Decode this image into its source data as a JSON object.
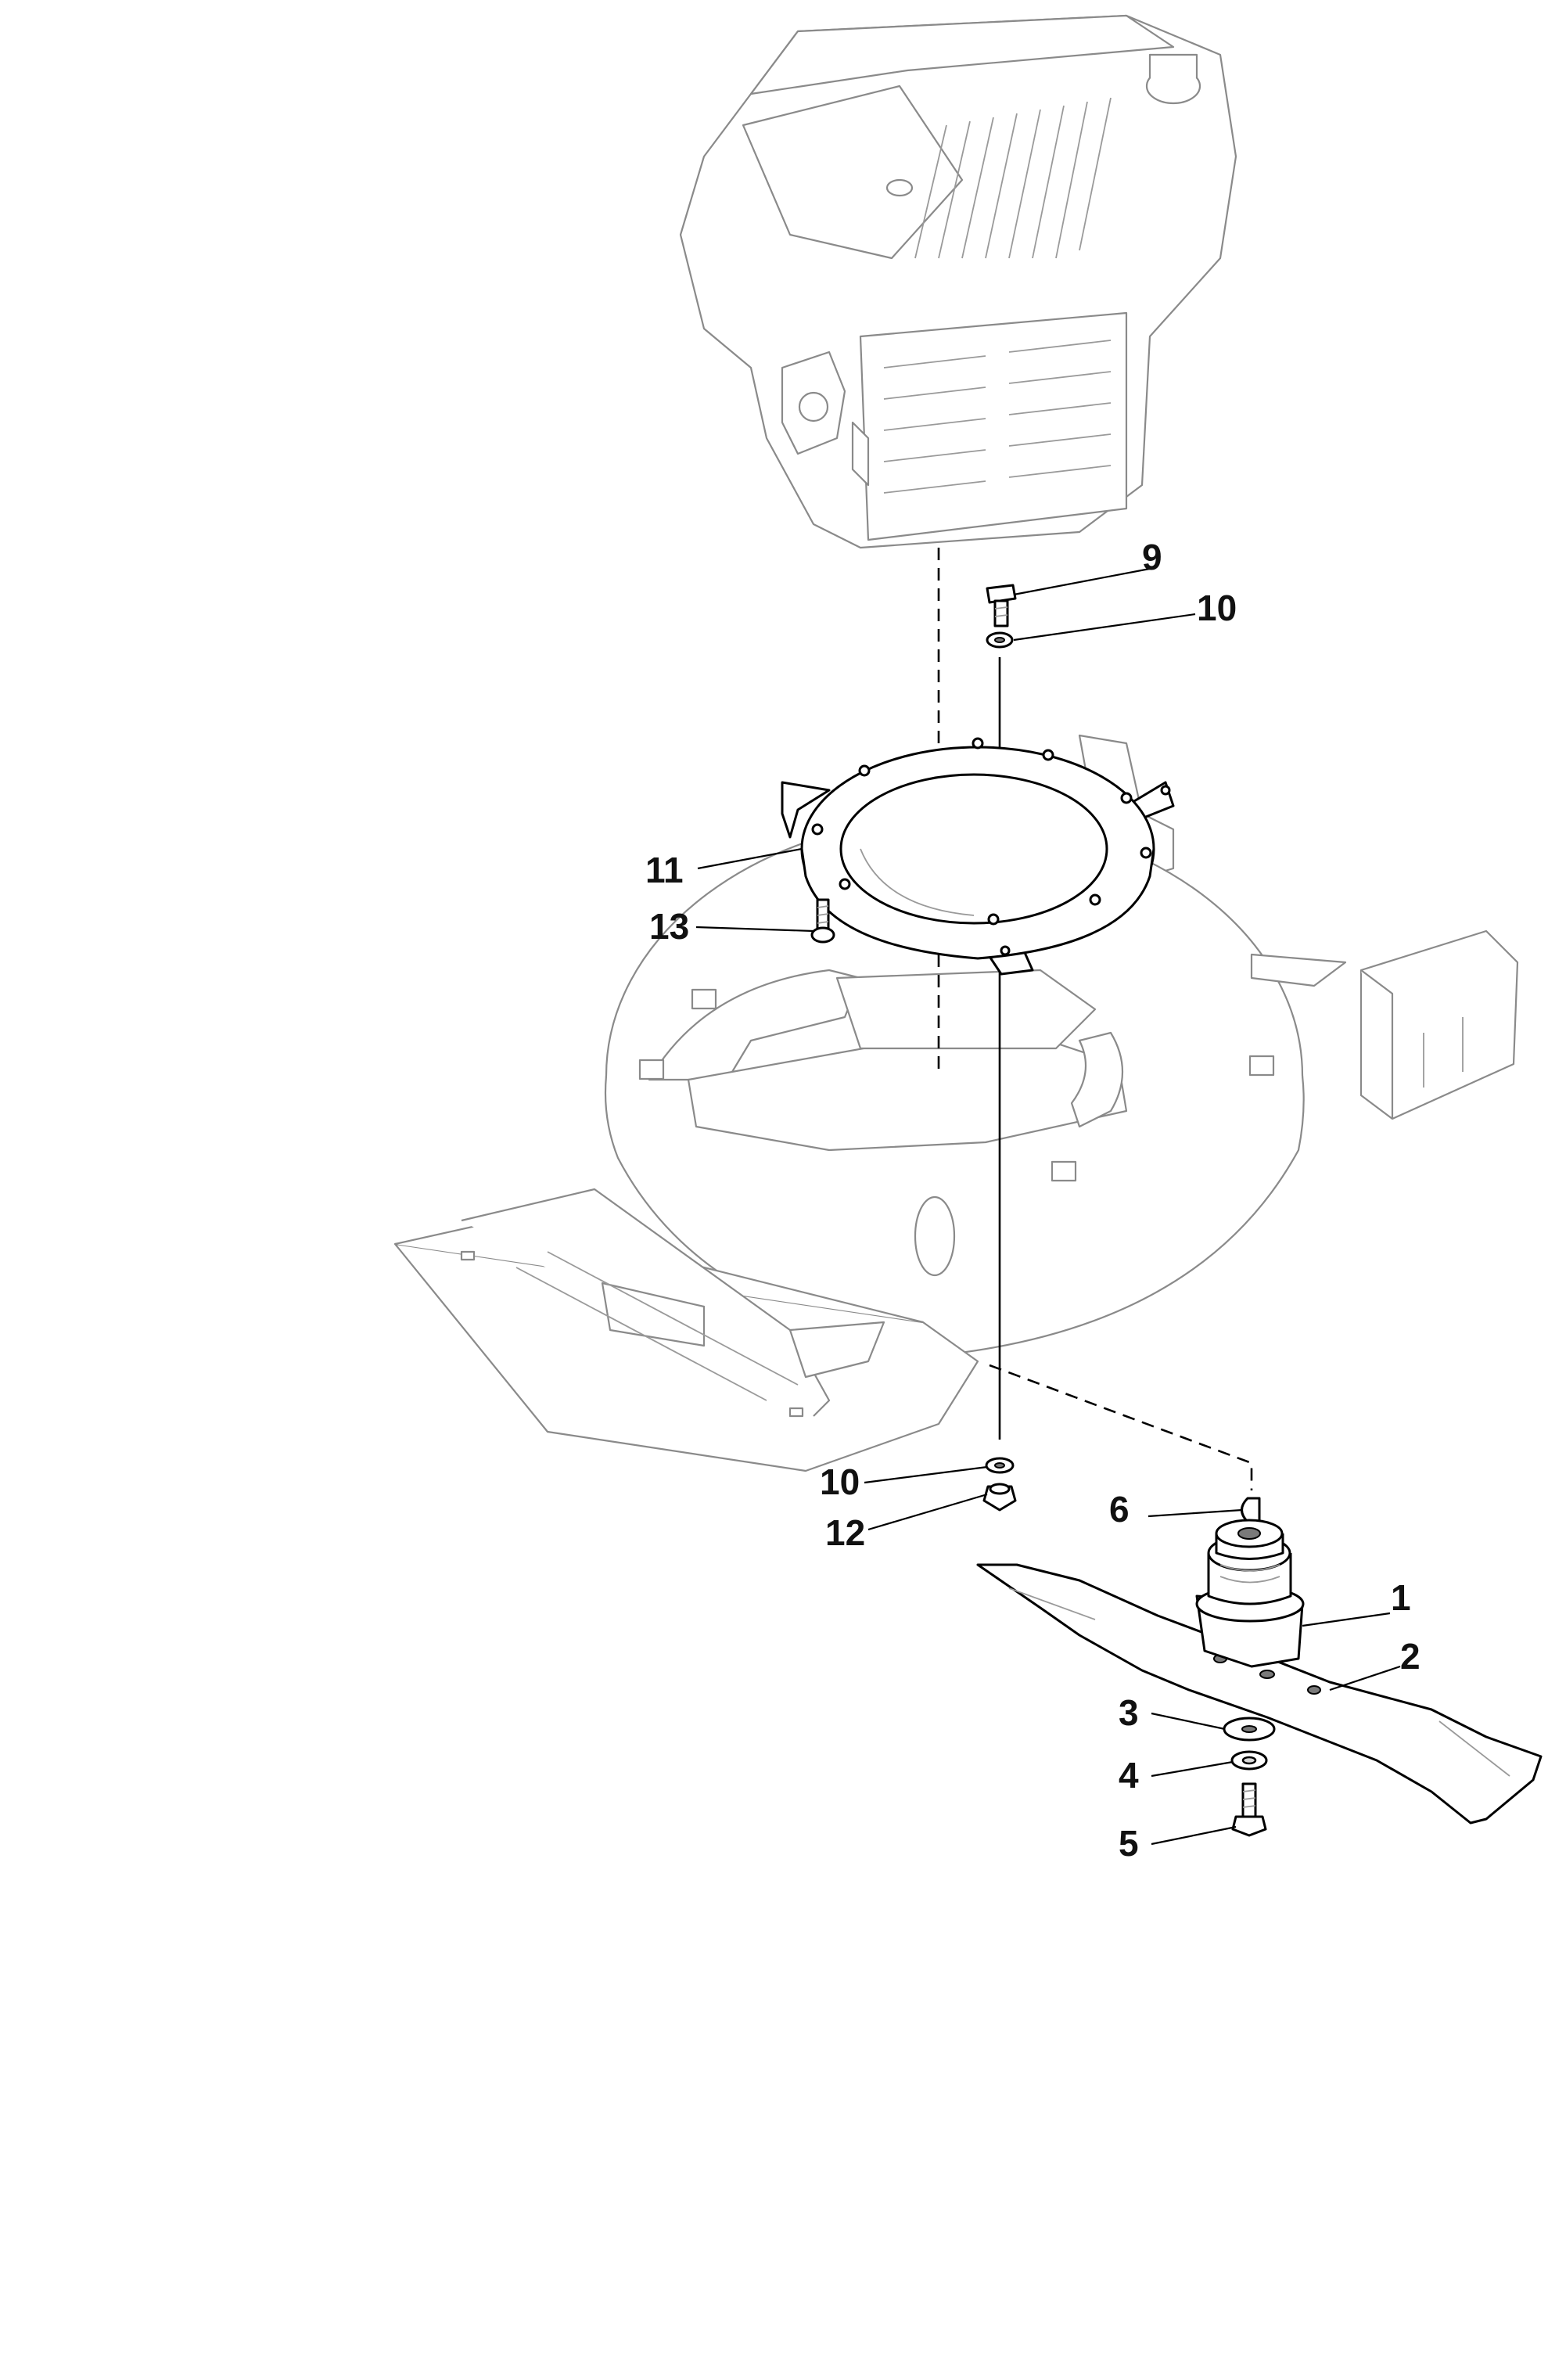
{
  "diagram": {
    "callouts": {
      "c1": "1",
      "c2": "2",
      "c3": "3",
      "c4": "4",
      "c5": "5",
      "c6": "6",
      "c9": "9",
      "c10a": "10",
      "c10b": "10",
      "c11": "11",
      "c12": "12",
      "c13": "13"
    },
    "colors": {
      "line": "#000000",
      "ghost": "#8a8a8a",
      "background": "#ffffff"
    }
  }
}
